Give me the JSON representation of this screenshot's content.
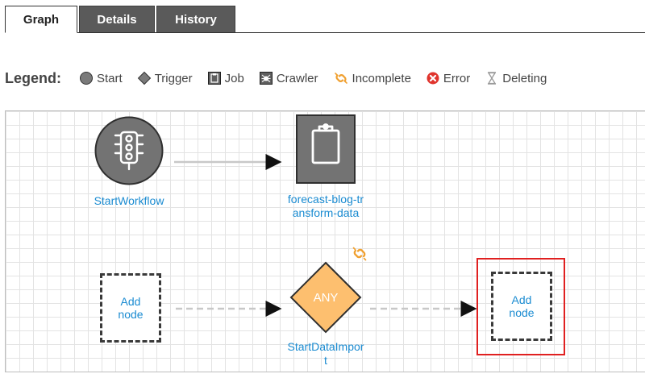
{
  "tabs": [
    {
      "label": "Graph"
    },
    {
      "label": "Details"
    },
    {
      "label": "History"
    }
  ],
  "legend": {
    "title": "Legend:",
    "items": [
      {
        "label": "Start",
        "icon": "start-circle-icon",
        "color": "#7a7a7a"
      },
      {
        "label": "Trigger",
        "icon": "trigger-diamond-icon",
        "color": "#7a7a7a"
      },
      {
        "label": "Job",
        "icon": "job-clipboard-icon",
        "color": "#5f5f5f"
      },
      {
        "label": "Crawler",
        "icon": "crawler-icon",
        "color": "#5f5f5f"
      },
      {
        "label": "Incomplete",
        "icon": "link-icon",
        "color": "#f0a030"
      },
      {
        "label": "Error",
        "icon": "error-x-icon",
        "color": "#e0342d"
      },
      {
        "label": "Deleting",
        "icon": "hourglass-icon",
        "color": "#999999"
      }
    ]
  },
  "graph": {
    "nodes": {
      "start_workflow": {
        "label": "StartWorkflow",
        "type": "start"
      },
      "job": {
        "label_line1": "forecast-blog-tr",
        "label_line2": "ansform-data",
        "type": "job"
      },
      "add_node_left": {
        "label_line1": "Add",
        "label_line2": "node"
      },
      "trigger": {
        "text": "ANY",
        "label_line1": "StartDataImpor",
        "label_line2": "t",
        "type": "trigger"
      },
      "add_node_right": {
        "label_line1": "Add",
        "label_line2": "node"
      }
    },
    "colors": {
      "node_gray": "#737373",
      "trigger_fill": "#fdbf6f",
      "link_blue": "#1a8bd1",
      "selected_red": "#e02020",
      "incomplete_orange": "#f0a030"
    }
  }
}
